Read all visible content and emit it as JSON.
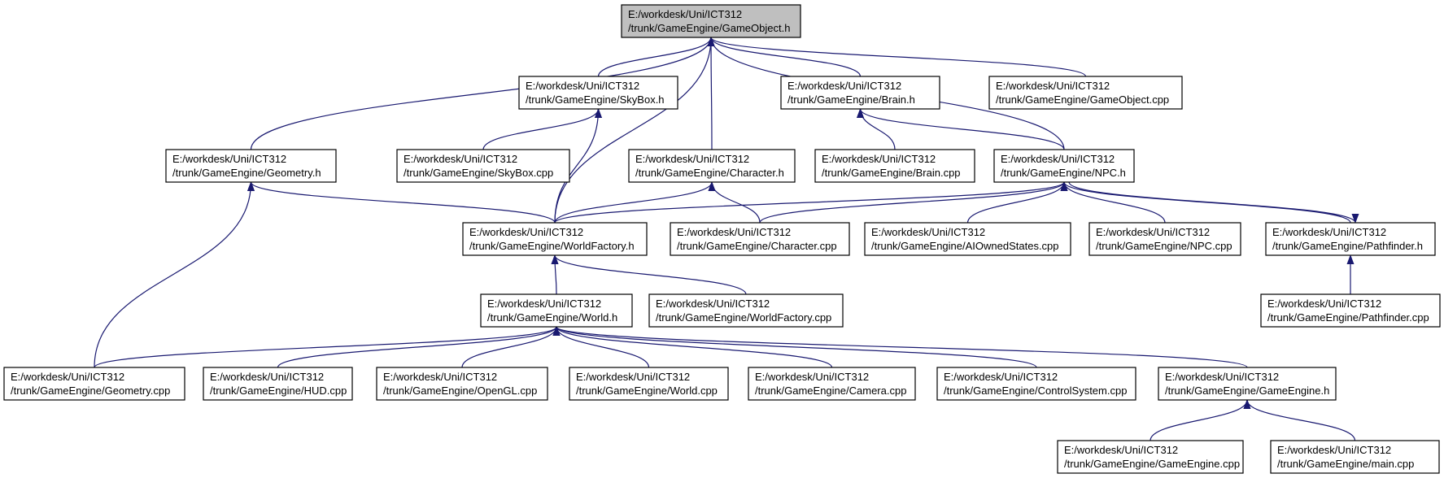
{
  "diagram": {
    "type": "include-dependency-graph",
    "colors": {
      "edge": "#191970",
      "node_border": "#000000",
      "node_fill": "#ffffff",
      "root_fill": "#bfbfbf",
      "text": "#000000"
    },
    "nodes": [
      {
        "id": "gameobject_h",
        "line1": "E:/workdesk/Uni/ICT312",
        "line2": "/trunk/GameEngine/GameObject.h",
        "root": true
      },
      {
        "id": "skybox_h",
        "line1": "E:/workdesk/Uni/ICT312",
        "line2": "/trunk/GameEngine/SkyBox.h"
      },
      {
        "id": "brain_h",
        "line1": "E:/workdesk/Uni/ICT312",
        "line2": "/trunk/GameEngine/Brain.h"
      },
      {
        "id": "gameobject_cpp",
        "line1": "E:/workdesk/Uni/ICT312",
        "line2": "/trunk/GameEngine/GameObject.cpp"
      },
      {
        "id": "geometry_h",
        "line1": "E:/workdesk/Uni/ICT312",
        "line2": "/trunk/GameEngine/Geometry.h"
      },
      {
        "id": "skybox_cpp",
        "line1": "E:/workdesk/Uni/ICT312",
        "line2": "/trunk/GameEngine/SkyBox.cpp"
      },
      {
        "id": "character_h",
        "line1": "E:/workdesk/Uni/ICT312",
        "line2": "/trunk/GameEngine/Character.h"
      },
      {
        "id": "brain_cpp",
        "line1": "E:/workdesk/Uni/ICT312",
        "line2": "/trunk/GameEngine/Brain.cpp"
      },
      {
        "id": "npc_h",
        "line1": "E:/workdesk/Uni/ICT312",
        "line2": "/trunk/GameEngine/NPC.h"
      },
      {
        "id": "worldfactory_h",
        "line1": "E:/workdesk/Uni/ICT312",
        "line2": "/trunk/GameEngine/WorldFactory.h"
      },
      {
        "id": "character_cpp",
        "line1": "E:/workdesk/Uni/ICT312",
        "line2": "/trunk/GameEngine/Character.cpp"
      },
      {
        "id": "aiownedstates_cpp",
        "line1": "E:/workdesk/Uni/ICT312",
        "line2": "/trunk/GameEngine/AIOwnedStates.cpp"
      },
      {
        "id": "npc_cpp",
        "line1": "E:/workdesk/Uni/ICT312",
        "line2": "/trunk/GameEngine/NPC.cpp"
      },
      {
        "id": "pathfinder_h",
        "line1": "E:/workdesk/Uni/ICT312",
        "line2": "/trunk/GameEngine/Pathfinder.h"
      },
      {
        "id": "world_h",
        "line1": "E:/workdesk/Uni/ICT312",
        "line2": "/trunk/GameEngine/World.h"
      },
      {
        "id": "worldfactory_cpp",
        "line1": "E:/workdesk/Uni/ICT312",
        "line2": "/trunk/GameEngine/WorldFactory.cpp"
      },
      {
        "id": "pathfinder_cpp",
        "line1": "E:/workdesk/Uni/ICT312",
        "line2": "/trunk/GameEngine/Pathfinder.cpp"
      },
      {
        "id": "geometry_cpp",
        "line1": "E:/workdesk/Uni/ICT312",
        "line2": "/trunk/GameEngine/Geometry.cpp"
      },
      {
        "id": "hud_cpp",
        "line1": "E:/workdesk/Uni/ICT312",
        "line2": "/trunk/GameEngine/HUD.cpp"
      },
      {
        "id": "opengl_cpp",
        "line1": "E:/workdesk/Uni/ICT312",
        "line2": "/trunk/GameEngine/OpenGL.cpp"
      },
      {
        "id": "world_cpp",
        "line1": "E:/workdesk/Uni/ICT312",
        "line2": "/trunk/GameEngine/World.cpp"
      },
      {
        "id": "camera_cpp",
        "line1": "E:/workdesk/Uni/ICT312",
        "line2": "/trunk/GameEngine/Camera.cpp"
      },
      {
        "id": "controlsystem_cpp",
        "line1": "E:/workdesk/Uni/ICT312",
        "line2": "/trunk/GameEngine/ControlSystem.cpp"
      },
      {
        "id": "gameengine_h",
        "line1": "E:/workdesk/Uni/ICT312",
        "line2": "/trunk/GameEngine/GameEngine.h"
      },
      {
        "id": "gameengine_cpp",
        "line1": "E:/workdesk/Uni/ICT312",
        "line2": "/trunk/GameEngine/GameEngine.cpp"
      },
      {
        "id": "main_cpp",
        "line1": "E:/workdesk/Uni/ICT312",
        "line2": "/trunk/GameEngine/main.cpp"
      }
    ],
    "edges": [
      {
        "from": "skybox_h",
        "to": "gameobject_h"
      },
      {
        "from": "character_h",
        "to": "gameobject_h"
      },
      {
        "from": "brain_h",
        "to": "gameobject_h"
      },
      {
        "from": "gameobject_cpp",
        "to": "gameobject_h"
      },
      {
        "from": "geometry_h",
        "to": "gameobject_h"
      },
      {
        "from": "worldfactory_h",
        "to": "gameobject_h"
      },
      {
        "from": "npc_h",
        "to": "gameobject_h"
      },
      {
        "from": "skybox_cpp",
        "to": "skybox_h"
      },
      {
        "from": "worldfactory_h",
        "to": "skybox_h"
      },
      {
        "from": "brain_cpp",
        "to": "brain_h"
      },
      {
        "from": "npc_h",
        "to": "brain_h"
      },
      {
        "from": "worldfactory_h",
        "to": "geometry_h"
      },
      {
        "from": "geometry_cpp",
        "to": "geometry_h"
      },
      {
        "from": "worldfactory_h",
        "to": "character_h"
      },
      {
        "from": "character_cpp",
        "to": "character_h"
      },
      {
        "from": "worldfactory_h",
        "to": "npc_h"
      },
      {
        "from": "character_cpp",
        "to": "npc_h"
      },
      {
        "from": "aiownedstates_cpp",
        "to": "npc_h"
      },
      {
        "from": "npc_cpp",
        "to": "npc_h"
      },
      {
        "from": "pathfinder_h",
        "to": "npc_h"
      },
      {
        "from": "npc_h",
        "to": "pathfinder_h"
      },
      {
        "from": "pathfinder_cpp",
        "to": "pathfinder_h"
      },
      {
        "from": "world_h",
        "to": "worldfactory_h"
      },
      {
        "from": "worldfactory_cpp",
        "to": "worldfactory_h"
      },
      {
        "from": "geometry_cpp",
        "to": "world_h"
      },
      {
        "from": "hud_cpp",
        "to": "world_h"
      },
      {
        "from": "opengl_cpp",
        "to": "world_h"
      },
      {
        "from": "world_cpp",
        "to": "world_h"
      },
      {
        "from": "camera_cpp",
        "to": "world_h"
      },
      {
        "from": "controlsystem_cpp",
        "to": "world_h"
      },
      {
        "from": "gameengine_h",
        "to": "world_h"
      },
      {
        "from": "gameengine_cpp",
        "to": "gameengine_h"
      },
      {
        "from": "main_cpp",
        "to": "gameengine_h"
      }
    ]
  }
}
